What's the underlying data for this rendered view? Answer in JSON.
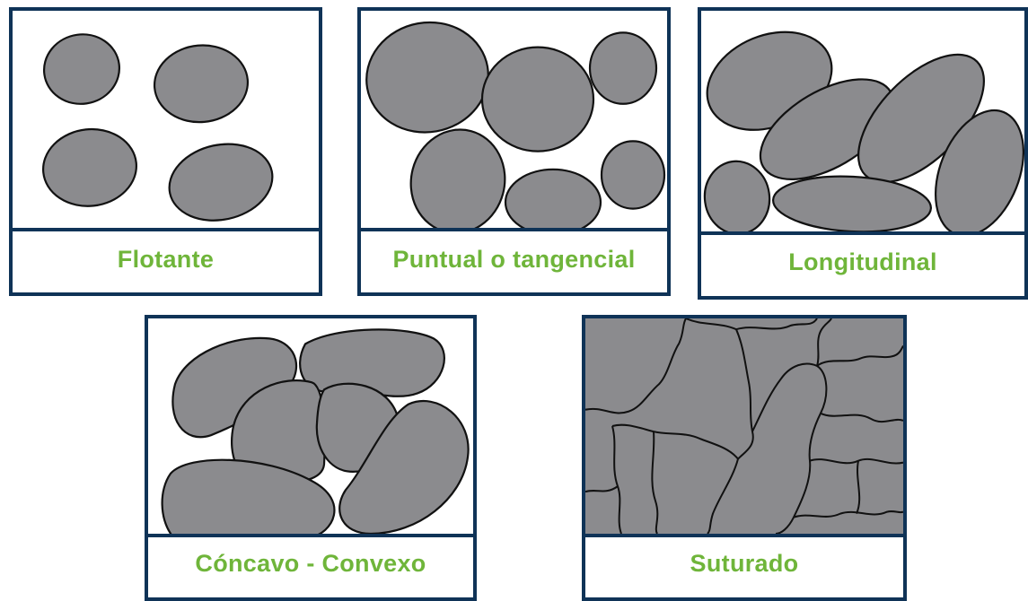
{
  "colors": {
    "frame": "#0f3357",
    "label_text": "#6fb53a",
    "grain_fill": "#8b8b8e",
    "grain_outline": "#111111",
    "background": "#ffffff"
  },
  "panels": [
    {
      "id": "flotante",
      "label": "Flotante"
    },
    {
      "id": "puntual",
      "label": "Puntual o tangencial"
    },
    {
      "id": "longitudinal",
      "label": "Longitudinal"
    },
    {
      "id": "concavo",
      "label": "Cóncavo - Convexo"
    },
    {
      "id": "suturado",
      "label": "Suturado"
    }
  ]
}
